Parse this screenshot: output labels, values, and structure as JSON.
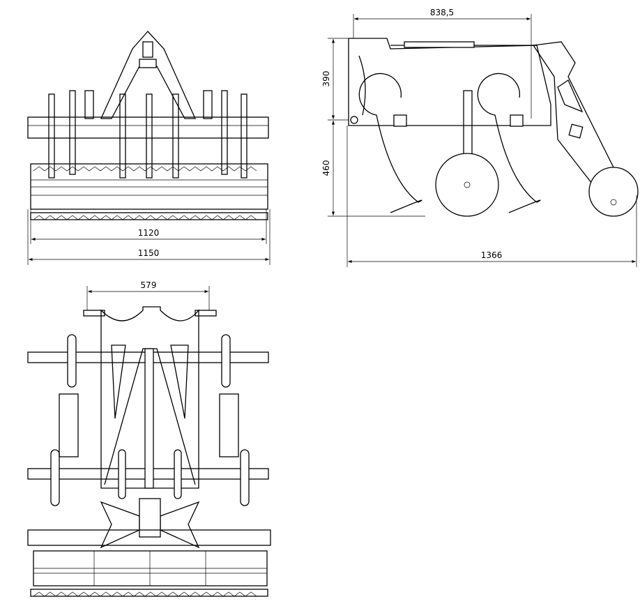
{
  "front_view": {
    "dim_inner": "1120",
    "dim_outer": "1150"
  },
  "side_view": {
    "dim_top": "838,5",
    "dim_upper_height": "390",
    "dim_lower_height": "460",
    "dim_length": "1366"
  },
  "top_view": {
    "dim_width": "579"
  }
}
